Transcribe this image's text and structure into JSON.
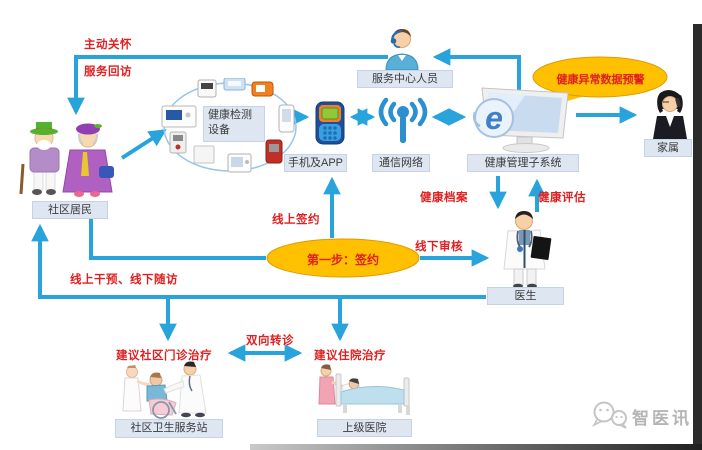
{
  "nodes": {
    "community_residents": "社区居民",
    "health_devices": "健康检测设备",
    "mobile_app": "手机及APP",
    "comm_network": "通信网络",
    "service_center": "服务中心人员",
    "health_mgmt_system": "健康管理子系统",
    "family": "家属",
    "doctor": "医生",
    "community_station": "社区卫生服务站",
    "upper_hospital": "上级医院"
  },
  "edge_labels": {
    "active_care": "主动关怀",
    "service_followup": "服务回访",
    "online_sign": "线上签约",
    "offline_review": "线下审核",
    "health_record": "健康档案",
    "health_assessment": "健康评估",
    "online_intervention": "线上干预、线下随访",
    "two_way_referral": "双向转诊",
    "suggest_outpatient": "建议社区门诊治疗",
    "suggest_hospitalization": "建议住院治疗"
  },
  "callouts": {
    "alert_bubble": "健康异常数据预警",
    "step_one": "第一步：签约"
  },
  "logo": {
    "text": "智医讯"
  },
  "icons": {
    "community_residents": "elderly-couple-icon",
    "health_devices": "medical-devices-ring-icon",
    "mobile_phone": "feature-phone-icon",
    "communication_network": "wifi-antenna-icon",
    "service_center_person": "operator-headset-icon",
    "management_system": "desktop-computer-e-icon",
    "system_logo_glyph": "e",
    "family_member": "person-on-phone-icon",
    "doctor": "doctor-icon",
    "community_station": "clinic-scene-icon",
    "upper_hospital": "hospital-bed-icon",
    "logo": "chat-bubbles-icon"
  },
  "colors": {
    "arrow": "#29A3DC",
    "box_bg": "#DEE6F2",
    "box_border": "#C6D3E6",
    "box_text": "#3A3A3A",
    "red_text": "#E02020",
    "callout_yellow": "#FFC000",
    "callout_edge": "#E09A00",
    "logo_gray": "#B5B5B5"
  }
}
